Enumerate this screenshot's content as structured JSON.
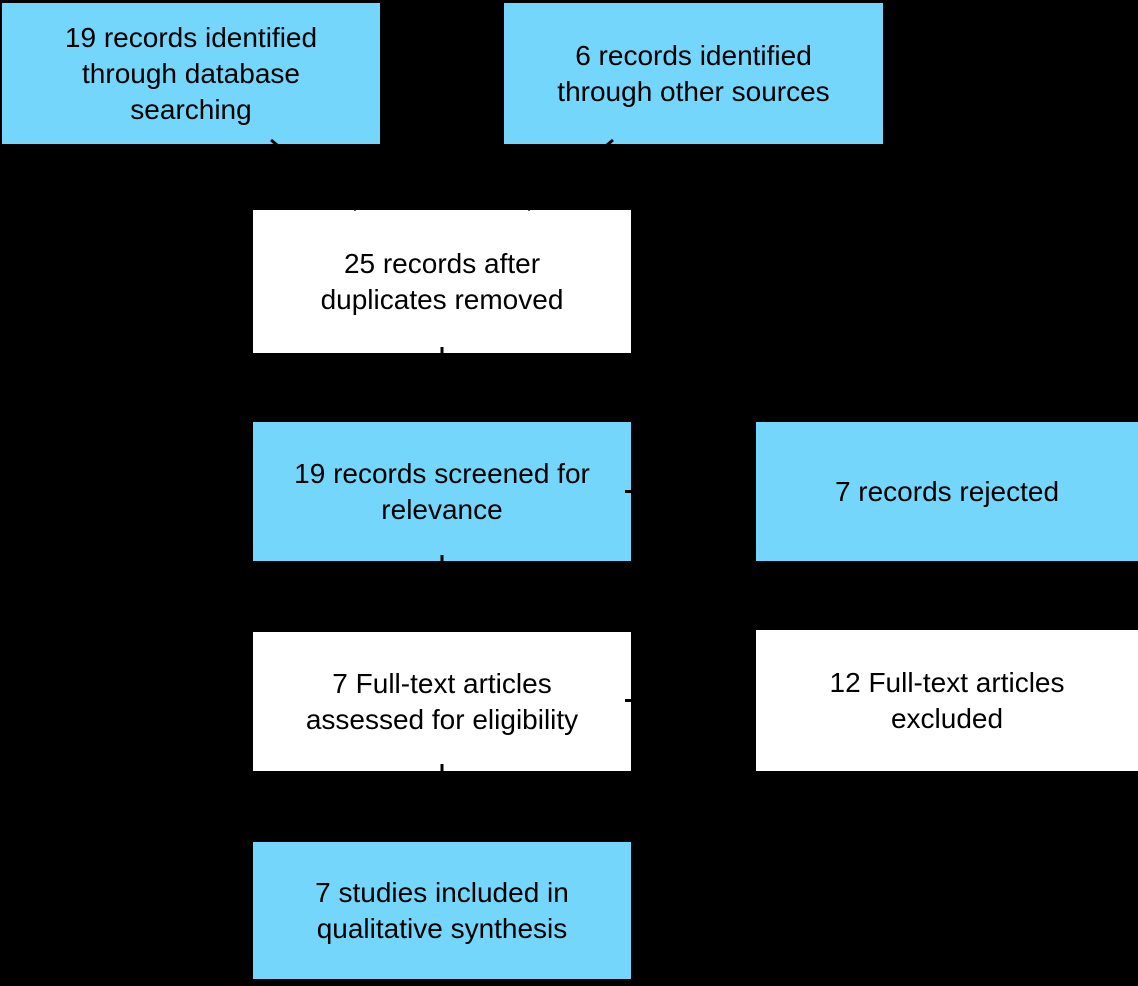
{
  "colors": {
    "background": "#000000",
    "box_blue": "#74d6fa",
    "box_white": "#ffffff",
    "text": "#000000",
    "connector": "#000000"
  },
  "boxes": [
    {
      "id": "identified-database",
      "fill": "blue",
      "label": "19 records identified\nthrough database\nsearching"
    },
    {
      "id": "identified-other",
      "fill": "blue",
      "label": "6 records identified\nthrough other sources"
    },
    {
      "id": "after-duplicates",
      "fill": "white",
      "label": "25 records after\nduplicates removed"
    },
    {
      "id": "screened-relevance",
      "fill": "blue",
      "label": "19 records screened for\nrelevance"
    },
    {
      "id": "records-rejected",
      "fill": "blue",
      "label": "7 records rejected"
    },
    {
      "id": "fulltext-assessed",
      "fill": "white",
      "label": "7 Full-text articles\nassessed for eligibility"
    },
    {
      "id": "fulltext-excluded",
      "fill": "white",
      "label": "12 Full-text articles\nexcluded"
    },
    {
      "id": "included-qualitative",
      "fill": "blue",
      "label": "7 studies included in\nqualitative synthesis"
    }
  ],
  "connectors": [
    {
      "from": "identified-database",
      "to": "after-duplicates"
    },
    {
      "from": "identified-other",
      "to": "after-duplicates"
    },
    {
      "from": "after-duplicates",
      "to": "screened-relevance"
    },
    {
      "from": "screened-relevance",
      "to": "records-rejected"
    },
    {
      "from": "screened-relevance",
      "to": "fulltext-assessed"
    },
    {
      "from": "fulltext-assessed",
      "to": "fulltext-excluded"
    },
    {
      "from": "fulltext-assessed",
      "to": "included-qualitative"
    }
  ]
}
